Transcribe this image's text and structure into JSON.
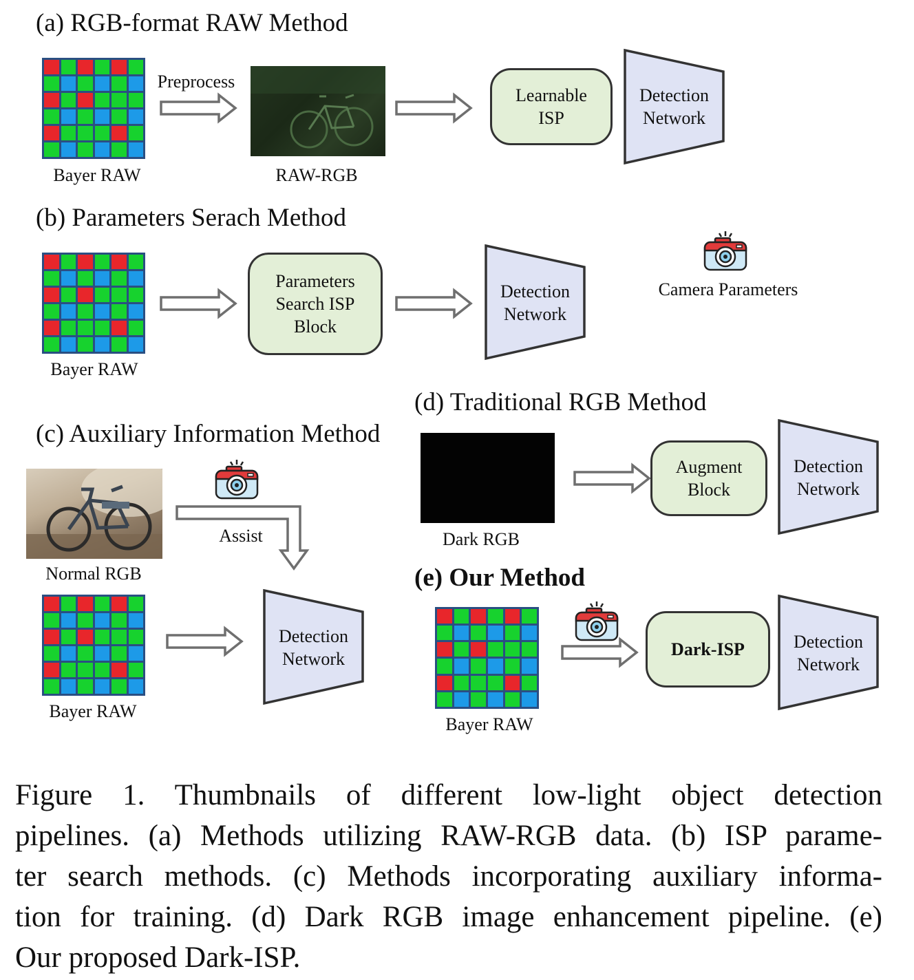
{
  "headings": {
    "a": "(a) RGB-format RAW Method",
    "b": "(b) Parameters Serach Method",
    "c": "(c) Auxiliary Information Method",
    "d": "(d) Traditional RGB Method",
    "e": "(e) Our Method"
  },
  "labels": {
    "bayer_raw": "Bayer RAW",
    "raw_rgb": "RAW-RGB",
    "preprocess": "Preprocess",
    "camera_parameters": "Camera Parameters",
    "normal_rgb": "Normal RGB",
    "assist": "Assist",
    "dark_rgb": "Dark RGB"
  },
  "blocks": {
    "learnable_isp": [
      "Learnable",
      "ISP"
    ],
    "param_search_isp": [
      "Parameters",
      "Search ISP",
      "Block"
    ],
    "augment_block": [
      "Augment",
      "Block"
    ],
    "dark_isp": [
      "Dark-ISP"
    ],
    "detection_network": [
      "Detection",
      "Network"
    ]
  },
  "bayer_pattern": [
    "R",
    "G",
    "B",
    "G",
    "R",
    "G"
  ],
  "colors": {
    "bayer_red": "#e8262b",
    "bayer_green": "#17d22e",
    "bayer_blue": "#1d9ae8",
    "bayer_border": "#2a4f82",
    "isp_block_fill": "#e3efd7",
    "network_fill": "#dfe3f4",
    "arrow_stroke": "#6f6f6f"
  },
  "icons": [
    "camera-icon"
  ],
  "caption_lines": [
    "Figure 1.  Thumbnails of different low-light object detection",
    "pipelines. (a) Methods utilizing RAW-RGB data. (b) ISP parame-",
    "ter search methods. (c) Methods incorporating auxiliary informa-",
    "tion for training. (d) Dark RGB image enhancement pipeline. (e)",
    "Our proposed Dark-ISP."
  ]
}
